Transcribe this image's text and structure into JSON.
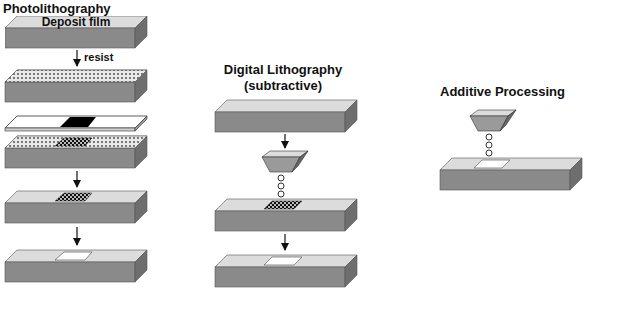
{
  "diagram": {
    "nodes": [
      {
        "text": [
          "Deposit film"
        ]
      }
    ],
    "labels": [
      "Photolithography",
      "resist",
      "Digital Lithography (subtractive)",
      "Additive Processing"
    ]
  }
}
